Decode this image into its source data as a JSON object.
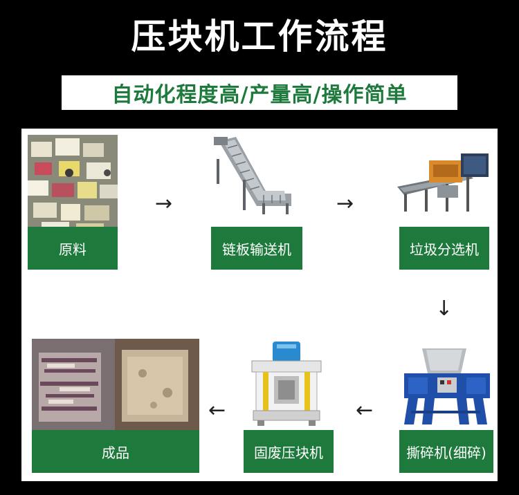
{
  "title": "压块机工作流程",
  "subtitle": "自动化程度高/产量高/操作简单",
  "colors": {
    "background": "#000000",
    "panel": "#ffffff",
    "accent_green": "#1e7a3c"
  },
  "steps": [
    {
      "label": "原料",
      "icon": "mixed-waste-pile-image"
    },
    {
      "label": "链板输送机",
      "icon": "chain-plate-conveyor-image"
    },
    {
      "label": "垃圾分选机",
      "icon": "waste-sorting-machine-image"
    },
    {
      "label": "撕碎机(细碎)",
      "icon": "shredder-machine-image"
    },
    {
      "label": "固废压块机",
      "icon": "block-press-machine-image"
    },
    {
      "label": "成品",
      "icon": "compressed-blocks-image"
    }
  ],
  "arrows": {
    "right": "→",
    "down": "↓",
    "left": "←"
  }
}
